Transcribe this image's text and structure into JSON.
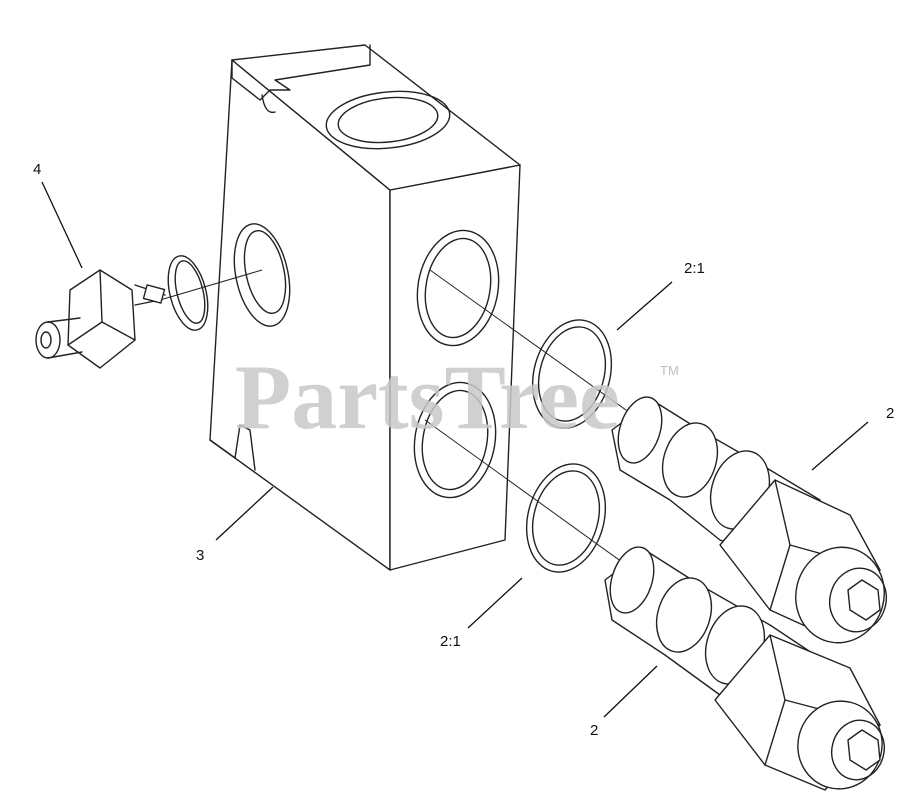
{
  "watermark": {
    "text": "PartsTree",
    "trademark": "TM"
  },
  "callouts": {
    "seal_upper": "2:1",
    "cartridge_upper": "2",
    "manifold": "3",
    "fitting": "4",
    "seal_lower": "2:1",
    "cartridge_lower": "2"
  }
}
